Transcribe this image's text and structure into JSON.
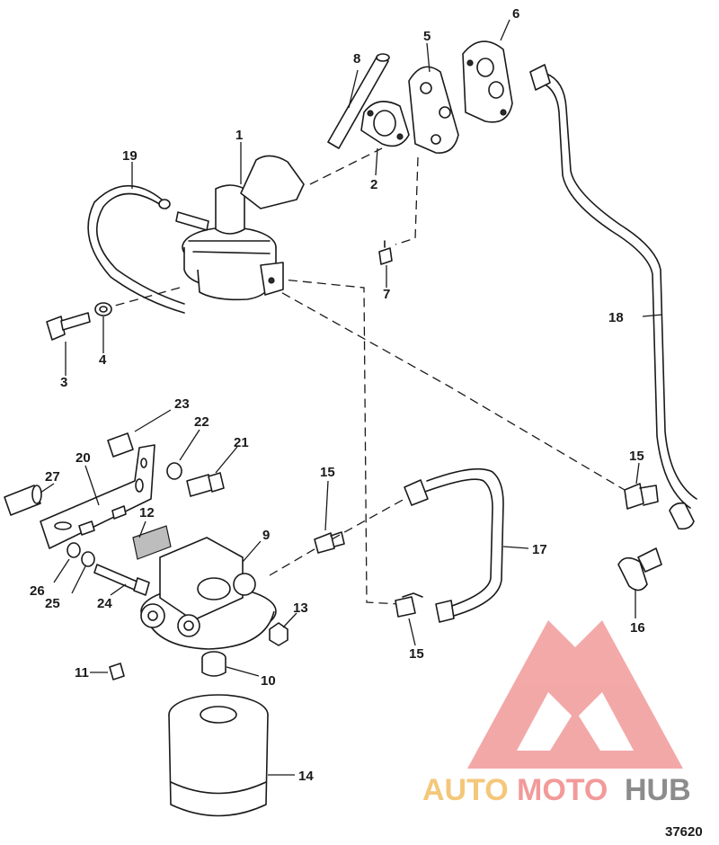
{
  "figure_number": "37620",
  "callouts": [
    {
      "id": "c1",
      "label": "1"
    },
    {
      "id": "c2",
      "label": "2"
    },
    {
      "id": "c3",
      "label": "3"
    },
    {
      "id": "c4",
      "label": "4"
    },
    {
      "id": "c5",
      "label": "5"
    },
    {
      "id": "c6",
      "label": "6"
    },
    {
      "id": "c7",
      "label": "7"
    },
    {
      "id": "c8",
      "label": "8"
    },
    {
      "id": "c9",
      "label": "9"
    },
    {
      "id": "c10",
      "label": "10"
    },
    {
      "id": "c11",
      "label": "11"
    },
    {
      "id": "c12",
      "label": "12"
    },
    {
      "id": "c13",
      "label": "13"
    },
    {
      "id": "c14",
      "label": "14"
    },
    {
      "id": "c15a",
      "label": "15"
    },
    {
      "id": "c15b",
      "label": "15"
    },
    {
      "id": "c15c",
      "label": "15"
    },
    {
      "id": "c16",
      "label": "16"
    },
    {
      "id": "c17",
      "label": "17"
    },
    {
      "id": "c18",
      "label": "18"
    },
    {
      "id": "c19",
      "label": "19"
    },
    {
      "id": "c20",
      "label": "20"
    },
    {
      "id": "c21",
      "label": "21"
    },
    {
      "id": "c22",
      "label": "22"
    },
    {
      "id": "c23",
      "label": "23"
    },
    {
      "id": "c24",
      "label": "24"
    },
    {
      "id": "c25",
      "label": "25"
    },
    {
      "id": "c26",
      "label": "26"
    },
    {
      "id": "c27",
      "label": "27"
    }
  ],
  "watermark": {
    "part1": "AUTO",
    "part2": "MOTO",
    "part3": "HUB",
    "colors": {
      "auto": "#f4c77a",
      "moto": "#f29a9a",
      "hub": "#8c8c8c",
      "logo": "#f29a9a"
    }
  }
}
